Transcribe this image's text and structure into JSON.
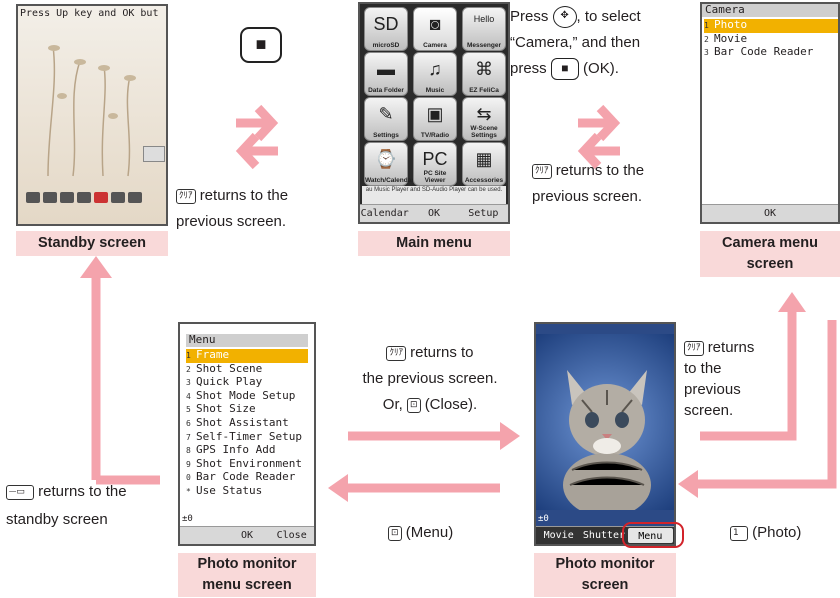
{
  "standby": {
    "ticker": "Press Up key and OK but",
    "caption": "Standby screen"
  },
  "main_menu": {
    "icons": [
      {
        "label": "microSD",
        "icon": "sd-card-icon",
        "glyph": "SD"
      },
      {
        "label": "Camera",
        "icon": "camera-icon",
        "glyph": "◙"
      },
      {
        "label": "Messenger",
        "icon": "hello-messenger-icon",
        "glyph": "Hello"
      },
      {
        "label": "Data Folder",
        "icon": "folder-icon",
        "glyph": "▬"
      },
      {
        "label": "Music",
        "icon": "music-icon",
        "glyph": "♫"
      },
      {
        "label": "EZ FeliCa",
        "icon": "felica-icon",
        "glyph": "⌘"
      },
      {
        "label": "Settings",
        "icon": "wrench-icon",
        "glyph": "✎"
      },
      {
        "label": "TV/Radio",
        "icon": "tv-radio-icon",
        "glyph": "▣"
      },
      {
        "label": "W-Scene Settings",
        "icon": "w-scene-icon",
        "glyph": "⇆"
      },
      {
        "label": "Watch/Calendar",
        "icon": "watch-calendar-icon",
        "glyph": "⌚"
      },
      {
        "label": "PC Site Viewer",
        "icon": "pc-site-icon",
        "glyph": "PC"
      },
      {
        "label": "Accessories",
        "icon": "calculator-icon",
        "glyph": "▦"
      }
    ],
    "info": "au Music Player and SD-Audio Player can be used.",
    "soft_left": "Calendar",
    "soft_center": "OK",
    "soft_right": "Setup",
    "caption": "Main menu"
  },
  "camera_menu": {
    "title": "Camera",
    "items": [
      {
        "num": "1",
        "label": "Photo",
        "selected": true
      },
      {
        "num": "2",
        "label": "Movie",
        "selected": false
      },
      {
        "num": "3",
        "label": "Bar Code Reader",
        "selected": false
      }
    ],
    "soft_center": "OK",
    "caption": "Camera menu screen"
  },
  "photo_menu": {
    "title": "Menu",
    "items": [
      {
        "num": "1",
        "label": "Frame",
        "selected": true
      },
      {
        "num": "2",
        "label": "Shot Scene",
        "selected": false
      },
      {
        "num": "3",
        "label": "Quick Play",
        "selected": false
      },
      {
        "num": "4",
        "label": "Shot Mode Setup",
        "selected": false
      },
      {
        "num": "5",
        "label": "Shot Size",
        "selected": false
      },
      {
        "num": "6",
        "label": "Shot Assistant",
        "selected": false
      },
      {
        "num": "7",
        "label": "Self-Timer Setup",
        "selected": false
      },
      {
        "num": "8",
        "label": "GPS Info Add",
        "selected": false
      },
      {
        "num": "9",
        "label": "Shot Environment",
        "selected": false
      },
      {
        "num": "0",
        "label": "Bar Code Reader",
        "selected": false
      },
      {
        "num": "*",
        "label": "Use Status",
        "selected": false
      }
    ],
    "exposure": "±0",
    "soft_center": "OK",
    "soft_right": "Close",
    "caption": "Photo monitor menu screen"
  },
  "photo_monitor": {
    "exposure": "±0",
    "soft_left": "Movie",
    "soft_center": "Shutter",
    "soft_right": "Menu",
    "caption": "Photo monitor screen"
  },
  "instructions": {
    "ok_key": "■",
    "clear_key": "ｸﾘｱ",
    "standby_returns_1": "returns to the",
    "standby_returns_2": "previous screen.",
    "select_1": "Press",
    "select_1b": ", to select",
    "select_2": "“Camera,” and then",
    "select_3": "press",
    "select_3b": "(OK).",
    "main_returns_1": "returns to the",
    "main_returns_2": "previous screen.",
    "camera_returns_1": "returns",
    "camera_returns_2": "to the",
    "camera_returns_3": "previous",
    "camera_returns_4": "screen.",
    "photo_key": "1",
    "photo_label": "(Photo)",
    "menu_returns_1": "returns to",
    "menu_returns_2": "the previous screen.",
    "menu_returns_3": "Or,",
    "menu_returns_3b": "(Close).",
    "menu_key_label": "(Menu)",
    "standby_back_1": "returns to the",
    "standby_back_2": "standby screen"
  },
  "colors": {
    "arrow": "#f4a3ac",
    "caption_bg": "#f9d9d9",
    "highlight": "#f2b100",
    "circle": "#d2232a"
  }
}
